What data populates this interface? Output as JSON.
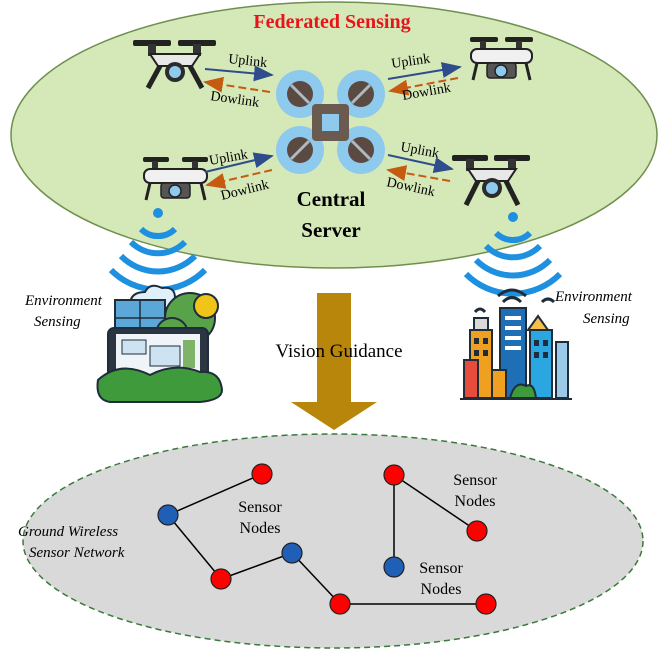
{
  "title": "Federated Sensing",
  "central_server": {
    "line1": "Central",
    "line2": "Server"
  },
  "links": [
    {
      "uplink": "Uplink",
      "downlink": "Dowlink"
    },
    {
      "uplink": "Uplink",
      "downlink": "Dowlink"
    },
    {
      "uplink": "Uplink",
      "downlink": "Dowlink"
    },
    {
      "uplink": "Uplink",
      "downlink": "Dowlink"
    }
  ],
  "environment_left": {
    "line1": "Environment",
    "line2": "Sensing"
  },
  "environment_right": {
    "line1": "Environment",
    "line2": "Sensing"
  },
  "guidance": "Vision Guidance",
  "ground_network": {
    "line1": "Ground Wireless",
    "line2": "Sensor Network"
  },
  "sensor_labels": [
    {
      "line1": "Sensor",
      "line2": "Nodes"
    },
    {
      "line1": "Sensor",
      "line2": "Nodes"
    },
    {
      "line1": "Sensor",
      "line2": "Nodes"
    }
  ],
  "colors": {
    "top_ellipse": "#d5e8b8",
    "ground_ellipse": "#d9d9d9",
    "title": "#e8141b",
    "uplink_arrow": "#2e4d8a",
    "downlink_arrow": "#c55a11",
    "red_node": "#ff0000",
    "blue_node": "#1f5fb5",
    "guidance_arrow": "#b8860b",
    "wifi": "#1e90e0"
  }
}
